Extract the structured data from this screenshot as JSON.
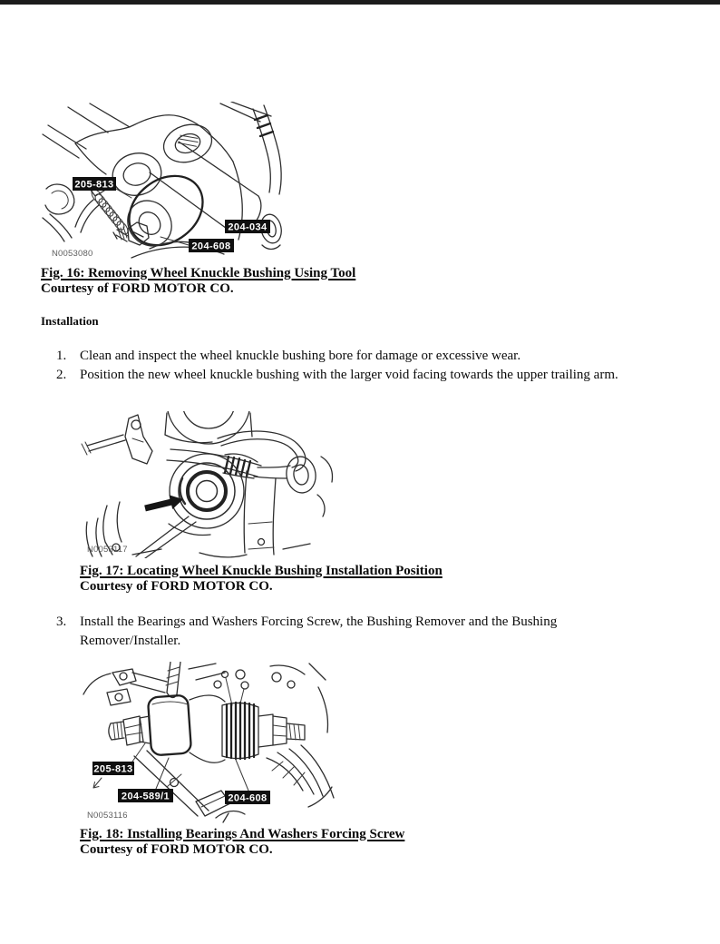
{
  "page": {
    "background": "#ffffff",
    "top_bar_color": "#1b1b1b",
    "line_art_color": "#2e2e2e",
    "callout_bg_color": "#101010",
    "callout_text_color": "#ffffff",
    "ref_code_color": "#5e5e5e"
  },
  "headings": {
    "installation": "Installation"
  },
  "figures": [
    {
      "id": "fig16",
      "ref_code": "N0053080",
      "callouts": [
        "205-813",
        "204-034",
        "204-608"
      ],
      "caption_title": "Fig. 16: Removing Wheel Knuckle Bushing Using Tool",
      "caption_courtesy": "Courtesy of FORD MOTOR CO."
    },
    {
      "id": "fig17",
      "ref_code": "N0053117",
      "callouts": [],
      "caption_title": "Fig. 17: Locating Wheel Knuckle Bushing Installation Position",
      "caption_courtesy": "Courtesy of FORD MOTOR CO."
    },
    {
      "id": "fig18",
      "ref_code": "N0053116",
      "callouts": [
        "205-813",
        "204-589/1",
        "204-608"
      ],
      "caption_title": "Fig. 18: Installing Bearings And Washers Forcing Screw",
      "caption_courtesy": "Courtesy of FORD MOTOR CO."
    }
  ],
  "steps": [
    {
      "number": "1.",
      "text": "Clean and inspect the wheel knuckle bushing bore for damage or excessive wear."
    },
    {
      "number": "2.",
      "text": "Position the new wheel knuckle bushing with the larger void facing towards the upper trailing arm."
    },
    {
      "number": "3.",
      "text": "Install the Bearings and Washers Forcing Screw, the Bushing Remover and the Bushing Remover/Installer."
    }
  ]
}
